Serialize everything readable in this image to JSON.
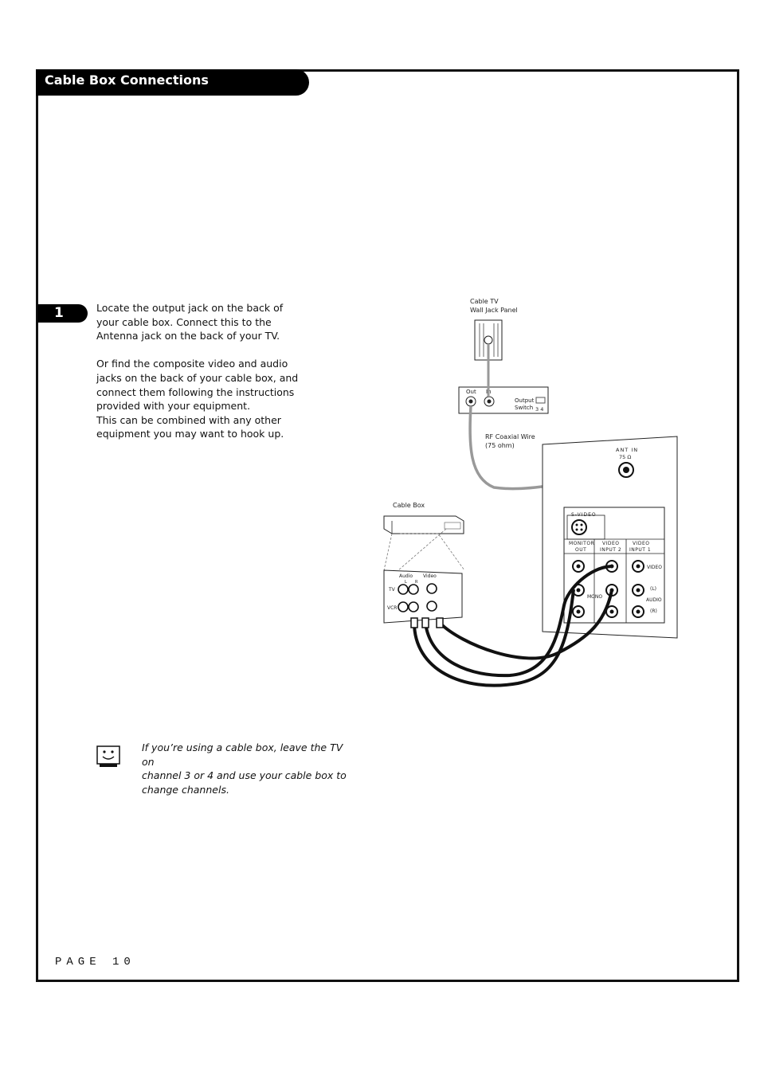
{
  "header": {
    "title": "Cable Box Connections"
  },
  "step": {
    "number": "1",
    "paragraphs": [
      "Locate the output jack on the back of",
      "your cable box. Connect this to the",
      "Antenna jack on the back of your TV.",
      "",
      "Or find the composite video and audio",
      "jacks on the back of your cable box, and",
      "connect them following the instructions",
      "provided with your equipment.",
      "This can be combined with any other",
      "equipment you may want to hook up."
    ]
  },
  "diagram": {
    "wall_jack_label_1": "Cable TV",
    "wall_jack_label_2": "Wall Jack Panel",
    "out_label": "Out",
    "in_label": "In",
    "output_switch_label_1": "Output",
    "output_switch_label_2": "Switch",
    "switch_values": "3  4",
    "rf_label_1": "RF Coaxial Wire",
    "rf_label_2": "(75 ohm)",
    "ant_in_label": "ANT IN",
    "ohm_label": "75 Ω",
    "cable_box_label": "Cable Box",
    "svideo_label": "S-VIDEO",
    "monitor_out_1": "MONITOR",
    "monitor_out_2": "OUT",
    "video_input2_1": "VIDEO",
    "video_input2_2": "INPUT 2",
    "video_input1_1": "VIDEO",
    "video_input1_2": "INPUT 1",
    "video_label": "VIDEO",
    "mono_label": "MONO",
    "l_label": "(L)",
    "audio_label": "AUDIO",
    "r_label": "(R)",
    "panel_audio": "Audio",
    "panel_video": "Video",
    "panel_l": "L",
    "panel_r": "R",
    "panel_tv": "TV",
    "panel_vcr": "VCR"
  },
  "note": {
    "icon": "smiley-tv-icon",
    "lines": [
      "If you’re using a cable box, leave the TV on",
      "channel 3 or 4 and use your cable box to",
      "change channels."
    ]
  },
  "footer": {
    "page_label": "PAGE 10"
  }
}
